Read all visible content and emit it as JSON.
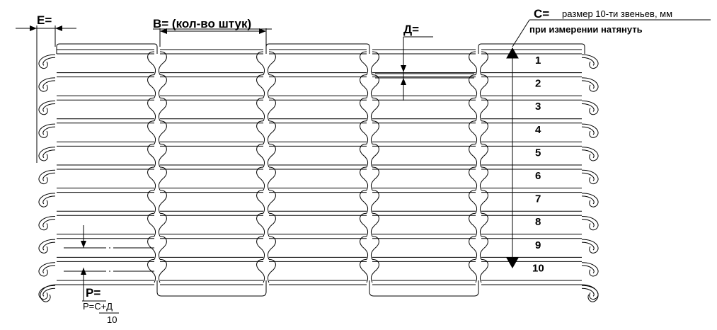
{
  "labels": {
    "e": "E=",
    "b": "B= (кол-во штук)",
    "d": "Д=",
    "c": "C=",
    "c_desc": "размер 10-ти звеньев, мм",
    "c_note": "при измерении натянуть",
    "p": "P=",
    "p_formula_num": "P=С+Д",
    "p_formula_den": "10"
  },
  "link_numbers": [
    "1",
    "2",
    "3",
    "4",
    "5",
    "6",
    "7",
    "8",
    "9",
    "10"
  ],
  "colors": {
    "stroke": "#000000",
    "background": "#ffffff"
  }
}
